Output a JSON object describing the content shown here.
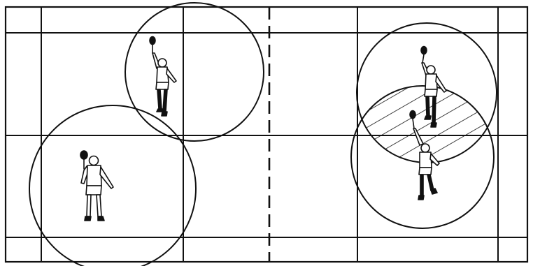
{
  "figure": {
    "description_tag": "badminton-doubles-court-coverage",
    "colors": {
      "ink": "#111111",
      "paper": "#ffffff"
    },
    "court": {
      "halves": [
        "left-side-side-by-side",
        "right-side-overlap"
      ],
      "net": "dashed-center-line"
    },
    "players": [
      {
        "id": "p1",
        "side": "left",
        "pose": "overhead-stroke"
      },
      {
        "id": "p2",
        "side": "left",
        "pose": "ready-stance"
      },
      {
        "id": "p3",
        "side": "right",
        "pose": "overhead-stroke"
      },
      {
        "id": "p4",
        "side": "right",
        "pose": "overhead-stroke"
      }
    ],
    "zones": [
      {
        "id": "z1",
        "side": "left",
        "owner": "p1",
        "style": "outline"
      },
      {
        "id": "z2",
        "side": "left",
        "owner": "p2",
        "style": "outline"
      },
      {
        "id": "z3",
        "side": "right",
        "owner": "p3",
        "style": "outline"
      },
      {
        "id": "z4",
        "side": "right",
        "owner": "p4",
        "style": "outline"
      },
      {
        "id": "overlap",
        "side": "right",
        "style": "hatched"
      }
    ]
  }
}
